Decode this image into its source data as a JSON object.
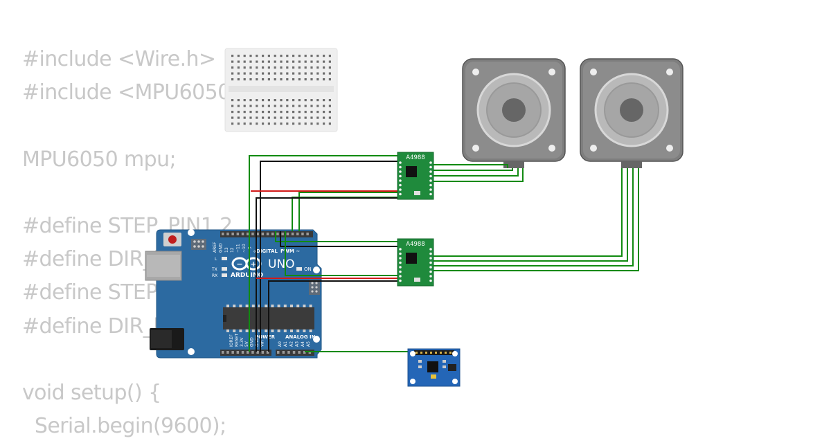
{
  "code": {
    "lines": [
      "#include <Wire.h>",
      "#include <MPU6050.h>",
      "",
      "MPU6050 mpu;",
      "",
      "#define STEP_PIN1 2",
      "#define DIR_PIN1 3",
      "#define STEP_PIN2 4",
      "#define DIR_PIN2 5",
      "",
      "void setup() {",
      "  Serial.begin(9600);"
    ]
  },
  "board": {
    "brand": "ARDUINO",
    "model": "UNO",
    "on_label": "ON",
    "header_digital": "DIGITAL",
    "header_pwm": "PWM ~",
    "header_power": "POWER",
    "header_analog": "ANALOG IN",
    "led_l": "L",
    "led_tx": "TX",
    "led_rx": "RX",
    "pin_top_labels": [
      "AREF",
      "GND",
      "13",
      "12",
      "~11",
      "~10",
      "~9",
      "8"
    ],
    "pin_bottom_labels": [
      "IOREF",
      "RESET",
      "3.3V",
      "5V",
      "GND",
      "GND",
      "Vin",
      "A0",
      "A1",
      "A2",
      "A3",
      "A4",
      "A5"
    ]
  },
  "drivers": [
    {
      "label": "A4988"
    },
    {
      "label": "A4988"
    }
  ],
  "colors": {
    "code_text": "#c8c8c8",
    "board_blue": "#2c6aa1",
    "driver_green": "#1f8a3c",
    "motor_gray": "#7e7e7e",
    "wire_green": "#108a10",
    "wire_black": "#111111",
    "wire_red": "#d21a1a",
    "mpu_blue": "#2466b7"
  }
}
